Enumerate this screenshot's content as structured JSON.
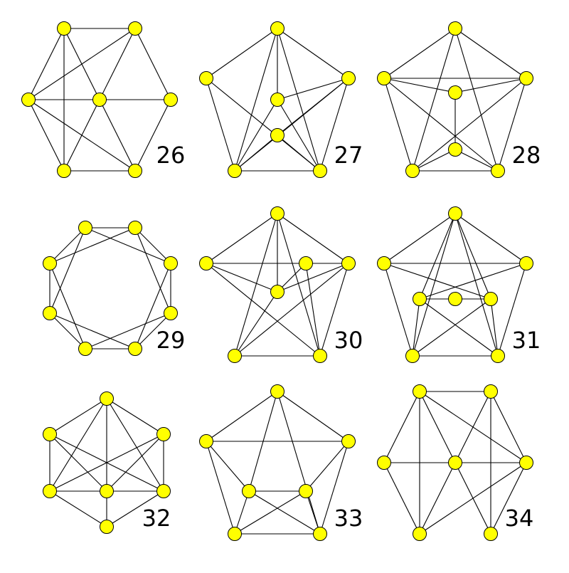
{
  "style": {
    "background": "#ffffff",
    "node_fill": "#ffff00",
    "node_stroke": "#000000",
    "edge_color": "#000000"
  },
  "graphs": [
    {
      "label": "26"
    },
    {
      "label": "27"
    },
    {
      "label": "28"
    },
    {
      "label": "29"
    },
    {
      "label": "30"
    },
    {
      "label": "31"
    },
    {
      "label": "32"
    },
    {
      "label": "33"
    },
    {
      "label": "34"
    }
  ]
}
